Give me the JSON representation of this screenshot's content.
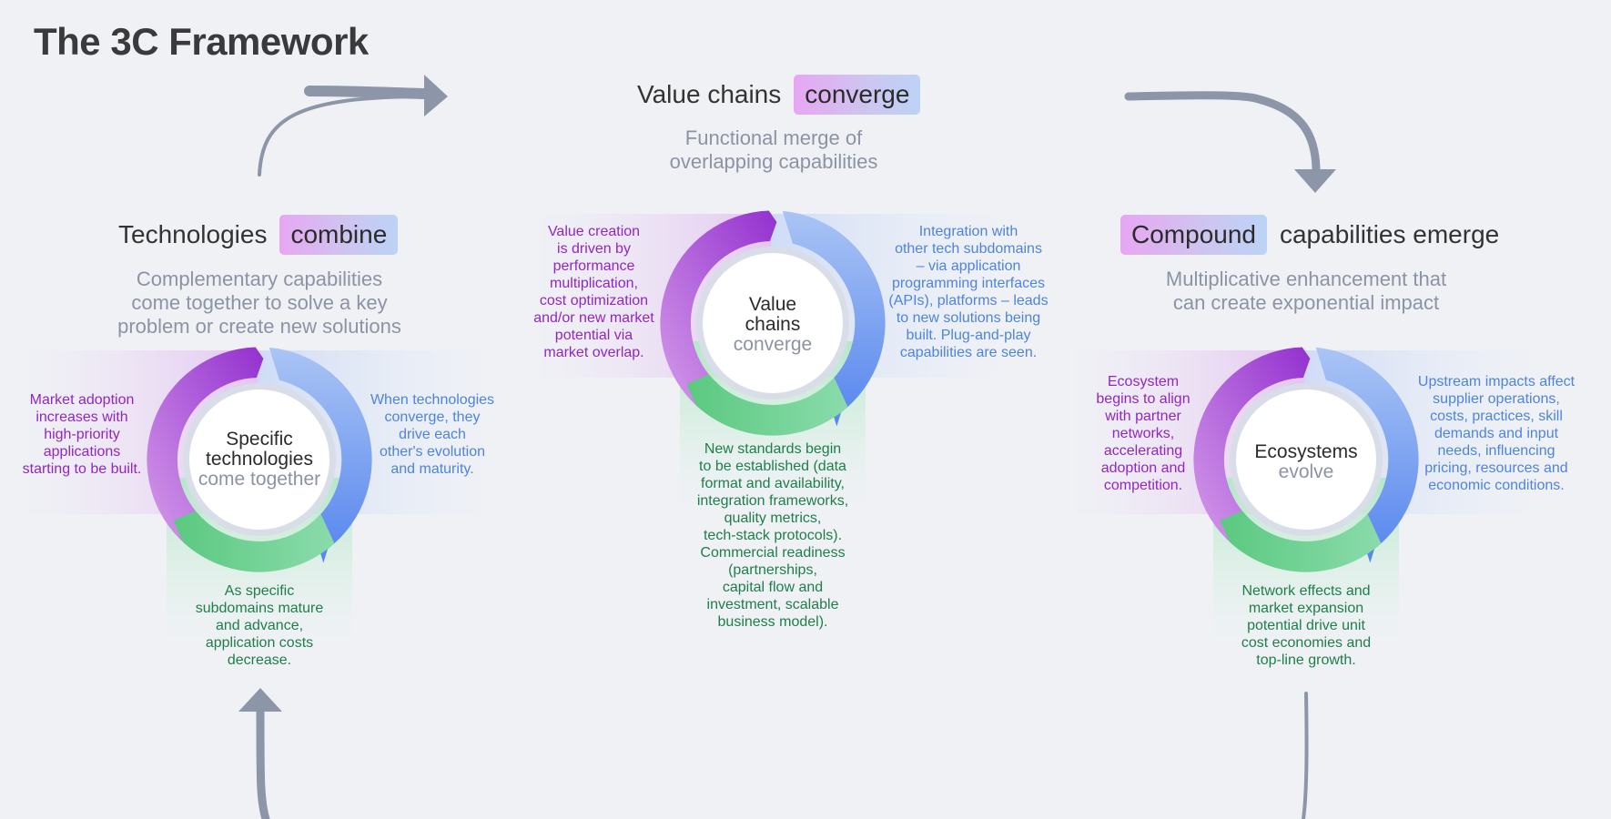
{
  "page_title": "The 3C Framework",
  "colors": {
    "purple": "#9326c0",
    "blue": "#4e84dc",
    "green": "#1f7e4a",
    "arrow": "#8d96a8",
    "subtitle": "#8c93a4"
  },
  "stage_left": {
    "heading_text": "Technologies",
    "heading_pill": "combine",
    "subtitle": [
      "Complementary capabilities",
      "come together to solve a key",
      "problem or create new solutions"
    ],
    "center": [
      "Specific",
      "technologies",
      "come together"
    ],
    "purple_text": [
      "Market adoption",
      "increases with",
      "high-priority",
      "applications",
      "starting to be built."
    ],
    "blue_text": [
      "When technologies",
      "converge, they",
      "drive each",
      "other's evolution",
      "and maturity."
    ],
    "green_text": [
      "As specific",
      "subdomains mature",
      "and advance,",
      "application costs",
      "decrease."
    ]
  },
  "stage_middle": {
    "heading_text": "Value chains",
    "heading_pill": "converge",
    "subtitle": [
      "Functional merge of",
      "overlapping capabilities"
    ],
    "center": [
      "Value",
      "chains",
      "converge"
    ],
    "purple_text": [
      "Value creation",
      "is driven by",
      "performance",
      "multiplication,",
      "cost optimization",
      "and/or new market",
      "potential via",
      "market overlap."
    ],
    "blue_text": [
      "Integration with",
      "other tech subdomains",
      "– via application",
      "programming interfaces",
      "(APIs), platforms – leads",
      "to new solutions being",
      "built. Plug-and-play",
      "capabilities are seen."
    ],
    "green_text": [
      "New standards begin",
      "to be established (data",
      "format and availability,",
      "integration frameworks,",
      "quality metrics,",
      "tech-stack protocols).",
      "Commercial readiness",
      "(partnerships,",
      "capital flow and",
      "investment, scalable",
      "business model)."
    ]
  },
  "stage_right": {
    "heading_pill": "Compound",
    "heading_text": "capabilities emerge",
    "subtitle": [
      "Multiplicative enhancement that",
      "can create exponential impact"
    ],
    "center": [
      "Ecosystems",
      "evolve"
    ],
    "purple_text": [
      "Ecosystem",
      "begins to align",
      "with partner",
      "networks,",
      "accelerating",
      "adoption and",
      "competition."
    ],
    "blue_text": [
      "Upstream impacts affect",
      "supplier operations,",
      "costs, practices, skill",
      "demands and input",
      "needs, influencing",
      "pricing, resources and",
      "economic conditions."
    ],
    "green_text": [
      "Network effects and",
      "market expansion",
      "potential drive unit",
      "cost economies and",
      "top-line growth."
    ]
  }
}
